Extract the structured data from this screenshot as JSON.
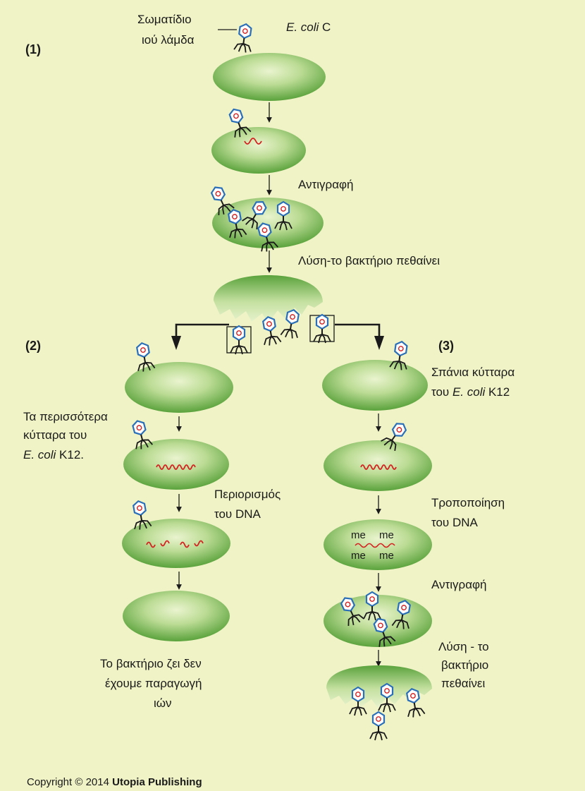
{
  "labels": {
    "step1": "(1)",
    "step2": "(2)",
    "step3": "(3)",
    "lambda_line1": "Σωματίδιο",
    "lambda_line2": "ιού λάμδα",
    "ecoli_c_italic": "E. coli",
    "ecoli_c_suffix": " C",
    "replication": "Αντιγραφή",
    "lysis_top": "Λύση-το βακτήριο πεθαίνει",
    "left_desc_line1": "Τα περισσότερα",
    "left_desc_line2": "κύτταρα του",
    "left_desc_italic": "E. coli",
    "left_desc_suffix": " K12.",
    "restriction_line1": "Περιορισμός",
    "restriction_line2": "του DNA",
    "survive_line1": "Το βακτήριο ζει δεν",
    "survive_line2": "έχουμε παραγωγή",
    "survive_line3": "ιών",
    "right_desc_line1": "Σπάνια κύτταρα",
    "right_desc_prefix": "του ",
    "right_desc_italic": "E. coli",
    "right_desc_suffix": " K12",
    "modification_line1": "Τροποποίηση",
    "modification_line2": "του DNA",
    "methyl": "me",
    "replication_right": "Αντιγραφή",
    "lysis_right_line1": "Λύση  - το",
    "lysis_right_line2": "βακτήριο",
    "lysis_right_line3": "πεθαίνει"
  },
  "copyright": {
    "prefix": "Copyright © 2014 ",
    "publisher": "Utopia Publishing"
  },
  "colors": {
    "background": "#f0f3c6",
    "cell_light": "#e6f1c8",
    "cell_dark": "#5aa23c",
    "phage_head": "#2a6fb8",
    "dna": "#d42020",
    "line": "#1a1a1a"
  }
}
